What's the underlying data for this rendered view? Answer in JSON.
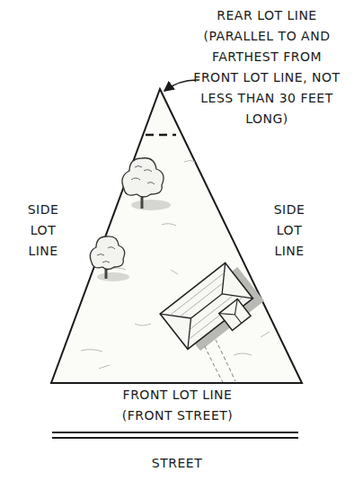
{
  "diagram": {
    "labels": [
      "REAR LOT LINE (PARALLEL TO AND FARTHEST FROM FRONT LOT LINE, NOT LESS THAN 30 FEET LONG)",
      "SIDE LOT LINE",
      "SIDE LOT LINE",
      "FRONT LOT LINE (FRONT STREET)",
      "STREET"
    ]
  }
}
